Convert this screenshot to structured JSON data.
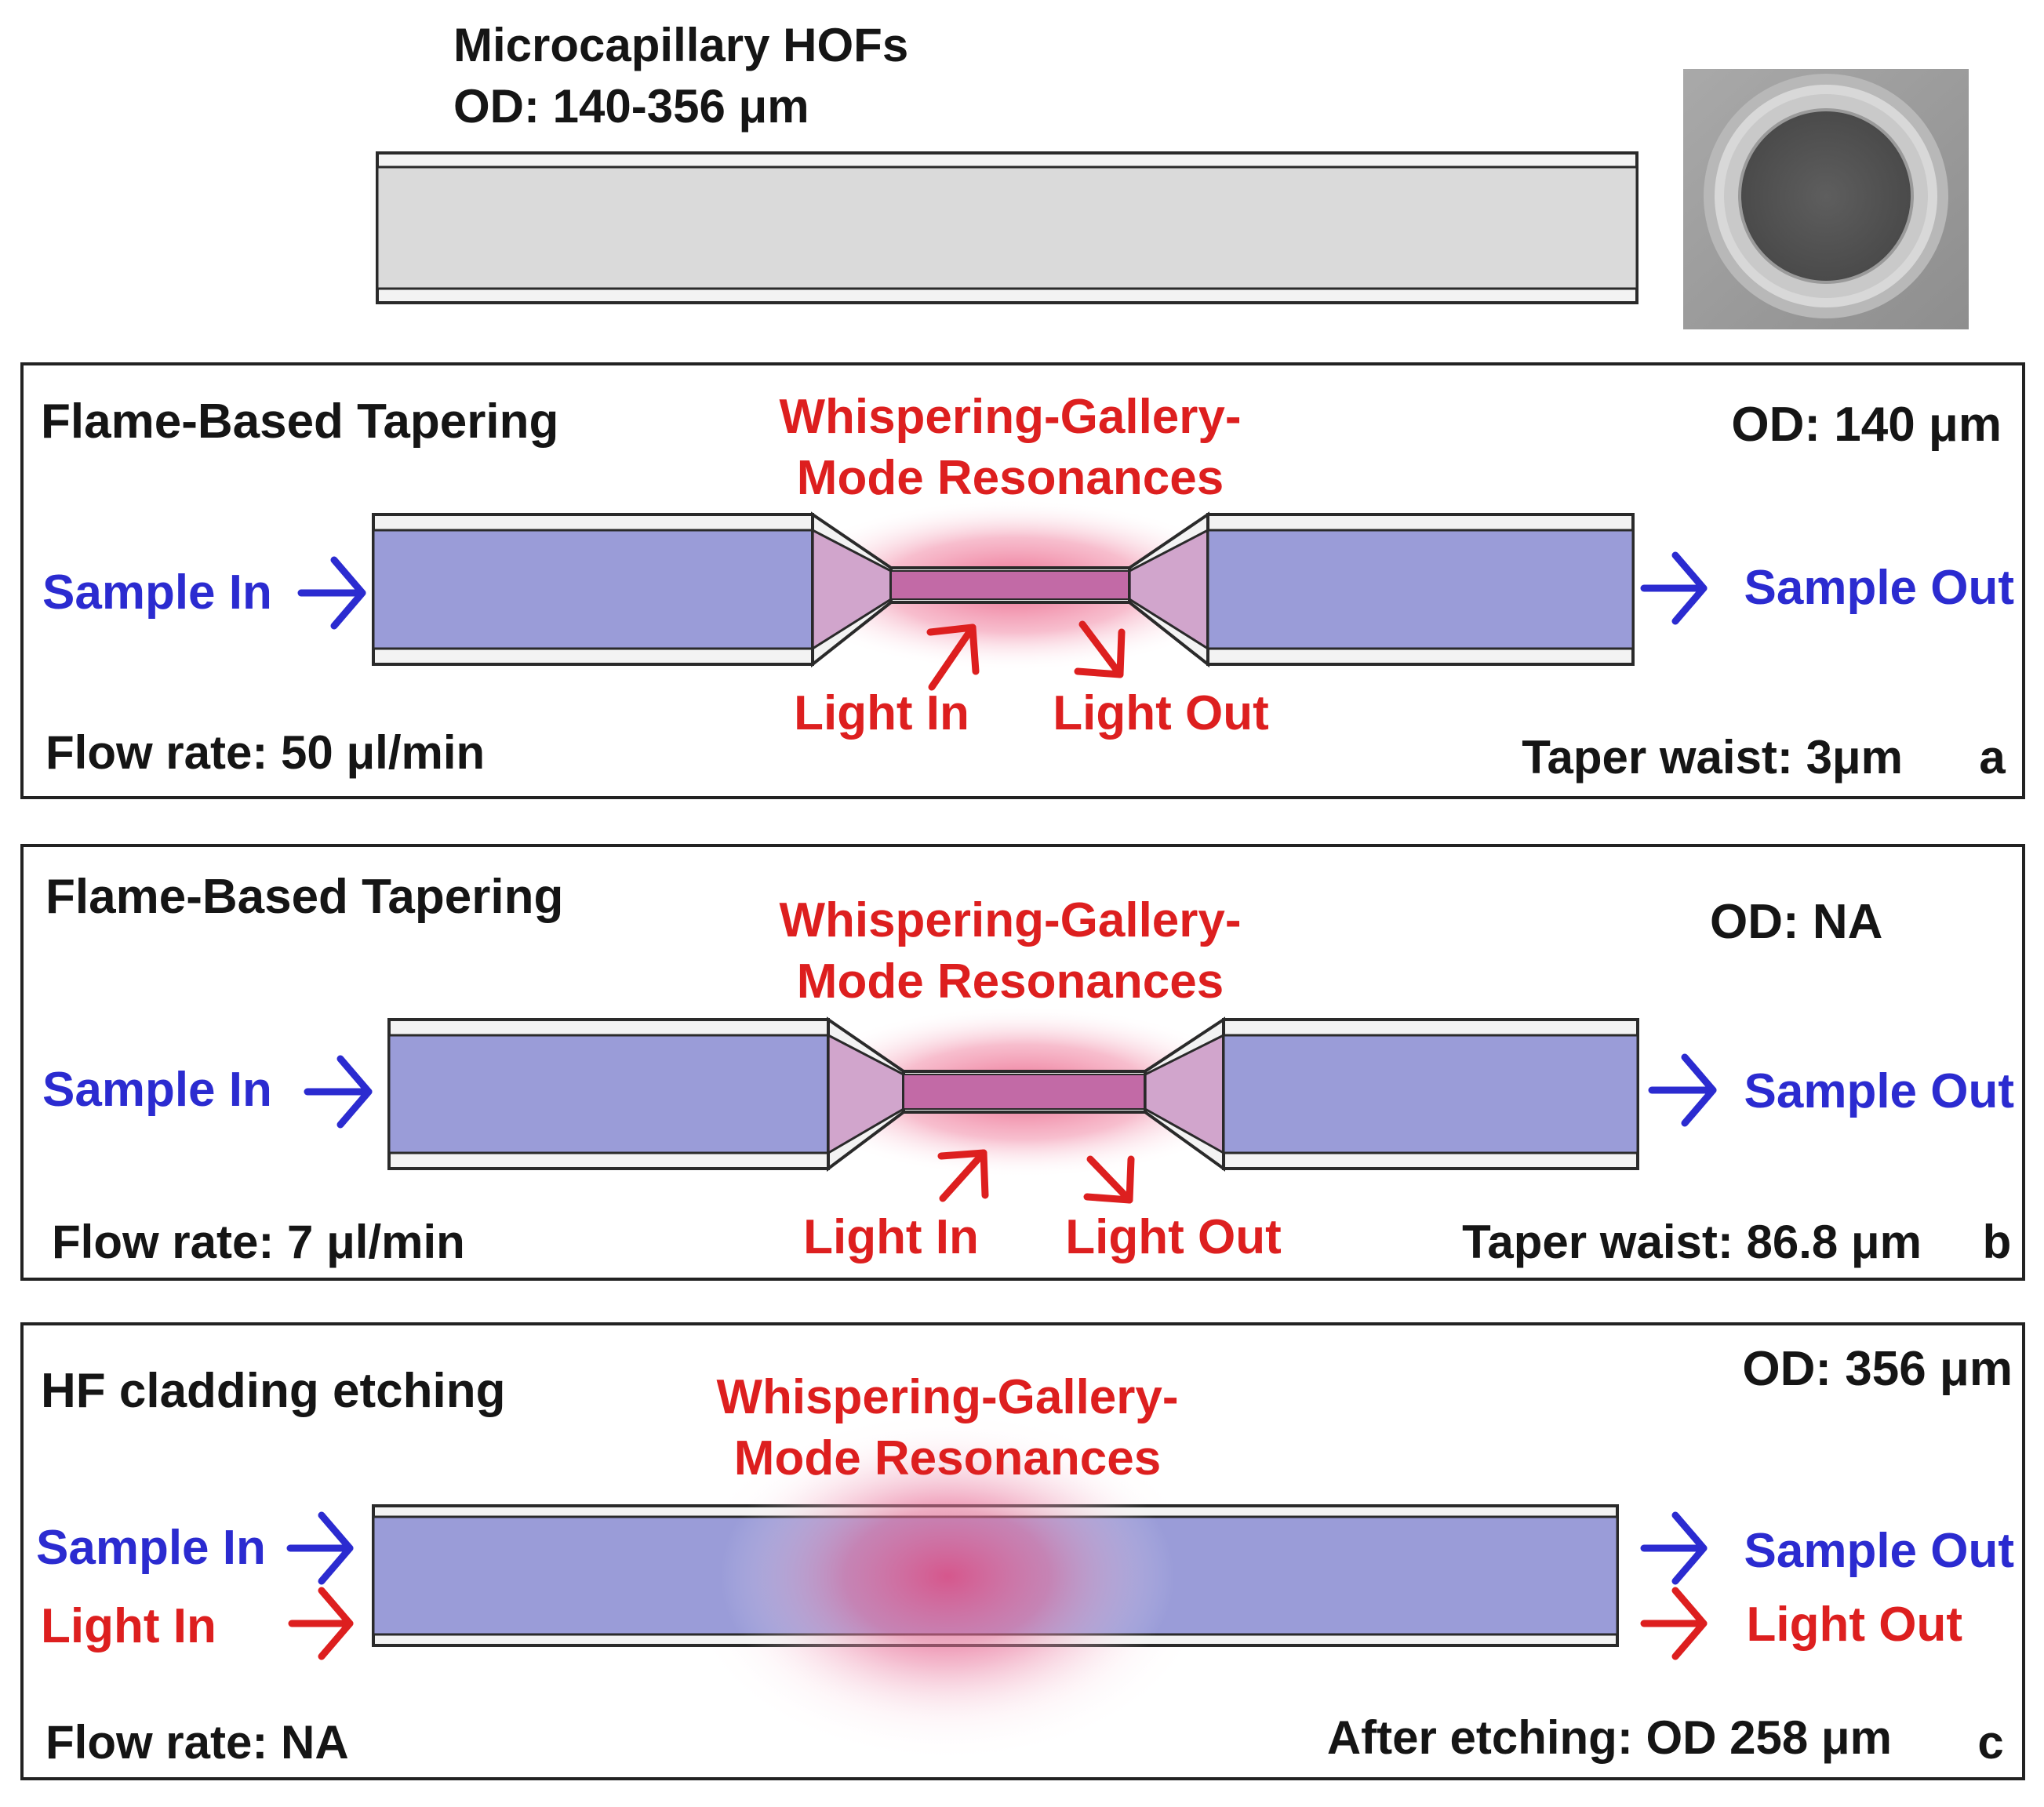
{
  "header": {
    "title_line1": "Microcapillary HOFs",
    "title_line2": "OD: 140-356 μm"
  },
  "panels": {
    "a": {
      "method": "Flame-Based Tapering",
      "wgm_line1": "Whispering-Gallery-",
      "wgm_line2": "Mode Resonances",
      "od": "OD: 140 μm",
      "sample_in": "Sample In",
      "sample_out": "Sample Out",
      "light_in": "Light In",
      "light_out": "Light Out",
      "flow_rate": "Flow rate: 50  μl/min",
      "taper_waist": "Taper waist:  3μm",
      "letter": "a"
    },
    "b": {
      "method": "Flame-Based Tapering",
      "wgm_line1": "Whispering-Gallery-",
      "wgm_line2": "Mode Resonances",
      "od": "OD: NA",
      "sample_in": "Sample In",
      "sample_out": "Sample Out",
      "light_in": "Light In",
      "light_out": "Light Out",
      "flow_rate": "Flow rate: 7 μl/min",
      "taper_waist": "Taper waist: 86.8 μm",
      "letter": "b"
    },
    "c": {
      "method": "HF cladding etching",
      "wgm_line1": "Whispering-Gallery-",
      "wgm_line2": "Mode Resonances",
      "od": "OD: 356 μm",
      "sample_in": "Sample In",
      "sample_out": "Sample Out",
      "light_in": "Light In",
      "light_out": "Light Out",
      "flow_rate": "Flow rate: NA",
      "after_etching": "After etching:  OD 258 μm",
      "letter": "c"
    }
  },
  "colors": {
    "sample_flow": "#2b2bd0",
    "light": "#dd1f1f",
    "fiber_core": "#9a9cd8",
    "wgm_glow": "#e8507a"
  }
}
